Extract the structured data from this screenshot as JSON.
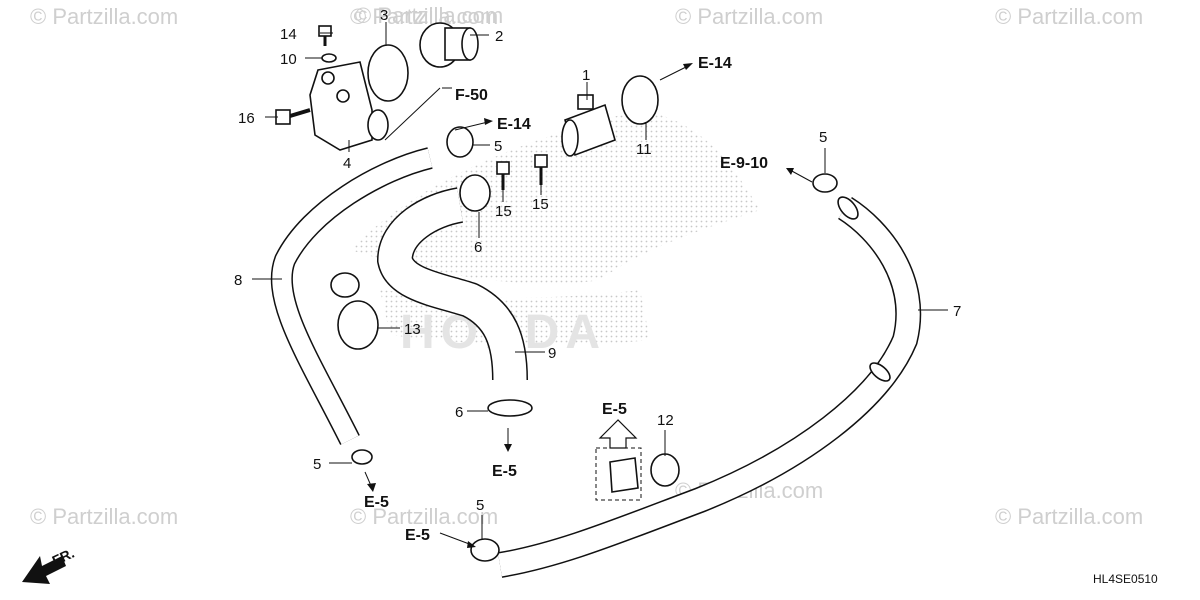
{
  "watermarks": [
    "© Partzilla.com",
    "© Partzilla.com",
    "© Partzilla.com",
    "© Partzilla.com",
    "© Partzilla.com",
    "© Partzilla.com",
    "© Partzilla.com",
    "© Partzilla.com",
    "© Partzilla.com"
  ],
  "background_logo": "HONDA",
  "callouts": {
    "c1": "1",
    "c2": "2",
    "c3": "3",
    "c4": "4",
    "c5a": "5",
    "c5b": "5",
    "c5c": "5",
    "c5d": "5",
    "c6a": "6",
    "c6b": "6",
    "c7": "7",
    "c8": "8",
    "c9": "9",
    "c10": "10",
    "c11": "11",
    "c12": "12",
    "c13": "13",
    "c14": "14",
    "c15a": "15",
    "c15b": "15",
    "c16": "16"
  },
  "refs": {
    "f50": "F-50",
    "e14a": "E-14",
    "e14b": "E-14",
    "e910": "E-9-10",
    "e5a": "E-5",
    "e5b": "E-5",
    "e5c": "E-5",
    "e5d": "E-5"
  },
  "front_label": "FR.",
  "diagram_code": "HL4SE0510"
}
